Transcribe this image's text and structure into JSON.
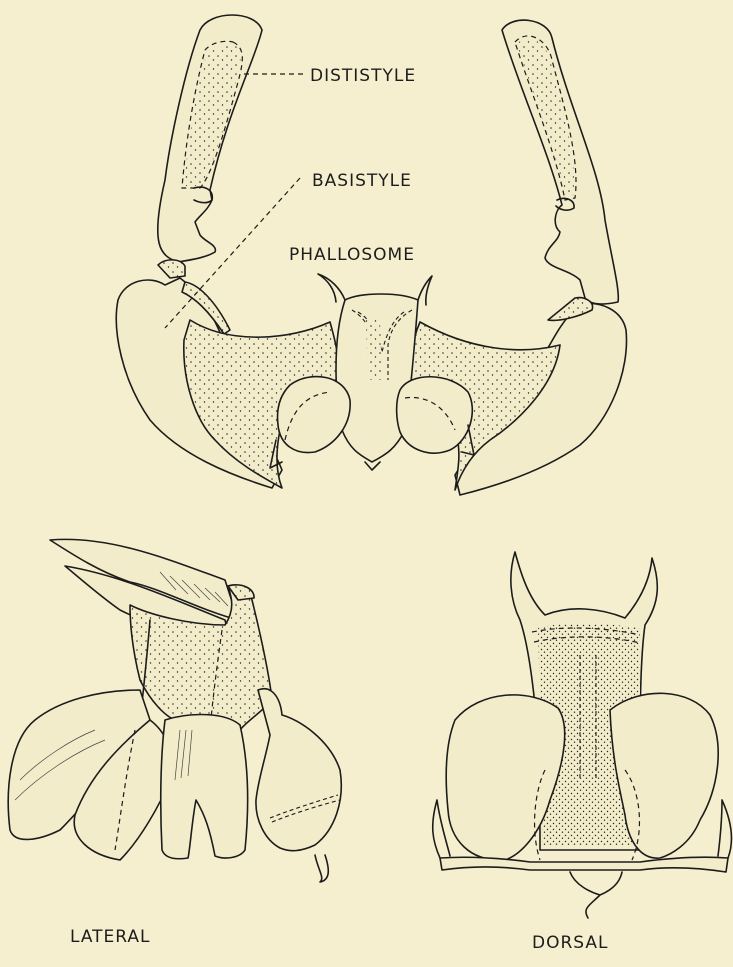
{
  "labels": {
    "diststyle": "DISTISTYLE",
    "basistyle": "BASISTYLE",
    "phallosome": "PHALLOSOME",
    "lateral": "LATERAL",
    "dorsal": "DORSAL"
  },
  "colors": {
    "paper": "#f6efcf",
    "ink": "#1c1c1c"
  }
}
